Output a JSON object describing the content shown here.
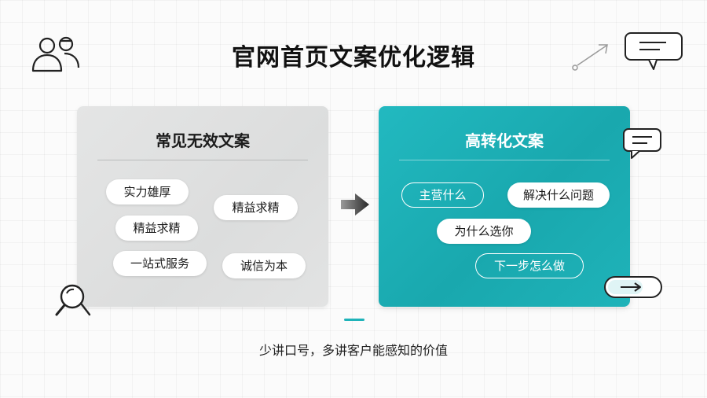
{
  "title": "官网首页文案优化逻辑",
  "left_panel": {
    "title": "常见无效文案",
    "tags": [
      "实力雄厚",
      "精益求精",
      "精益求精",
      "一站式服务",
      "诚信为本"
    ]
  },
  "right_panel": {
    "title": "高转化文案",
    "tags": [
      "主营什么",
      "解决什么问题",
      "为什么选你",
      "下一步怎么做"
    ]
  },
  "subtitle": "少讲口号，多讲客户能感知的价值",
  "colors": {
    "accent": "#1fb3b9",
    "left_panel_bg": "#dedfdf",
    "title_text": "#111111"
  },
  "icons": [
    "users-icon",
    "trend-arrow-icon",
    "chat-bubble-icon",
    "chat-bubble-icon",
    "magnifier-icon",
    "arrow-right-icon",
    "toggle-button-icon"
  ]
}
